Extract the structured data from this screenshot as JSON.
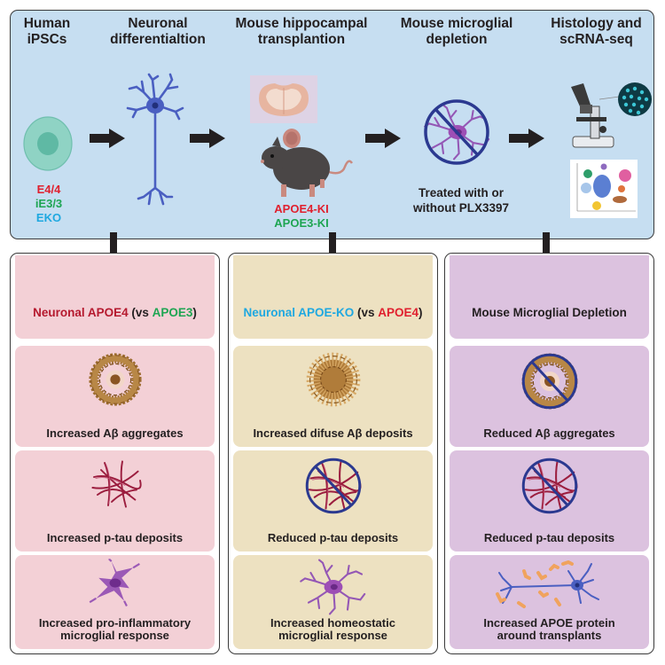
{
  "colors": {
    "top_panel_bg": "#c6def1",
    "pink_panel": "#f3d0d6",
    "tan_panel": "#ede1c1",
    "lavender_panel": "#dcc2df",
    "red_text": "#e0202e",
    "green_text": "#1ea552",
    "blue_text": "#1fa8e0",
    "dark_text": "#231f20",
    "no_sign_blue": "#2b3990"
  },
  "workflow": {
    "steps": [
      {
        "title_line1": "Human",
        "title_line2": "iPSCs"
      },
      {
        "title_line1": "Neuronal",
        "title_line2": "differentialtion"
      },
      {
        "title_line1": "Mouse hippocampal",
        "title_line2": "transplantion"
      },
      {
        "title_line1": "Mouse microglial",
        "title_line2": "depletion"
      },
      {
        "title_line1": "Histology and",
        "title_line2": "scRNA-seq"
      }
    ],
    "ipsc_genotypes": [
      "E4/4",
      "iE3/3",
      "EKO"
    ],
    "mouse_models": [
      "APOE4-KI",
      "APOE3-KI"
    ],
    "depletion_note_line1": "Treated with or",
    "depletion_note_line2": "without PLX3397",
    "icons": {
      "ipsc": "stem-cell-icon",
      "neuron": "neuron-icon",
      "brain": "brain-section-icon",
      "mouse": "mouse-icon",
      "microglia_no": "no-microglia-icon",
      "microscope": "microscope-icon",
      "umap": "scrna-umap-plot-icon"
    }
  },
  "columns": [
    {
      "header_part1": "Neuronal APOE4",
      "header_part2": " (vs ",
      "header_part3": "APOE3",
      "header_part4": ")",
      "cards": [
        {
          "text": "Increased Aβ aggregates",
          "icon": "amyloid-plaque-icon"
        },
        {
          "text": "Increased p-tau deposits",
          "icon": "ptau-tangle-icon"
        },
        {
          "text_line1": "Increased pro-inflammatory",
          "text_line2": "microglial response",
          "icon": "activated-microglia-icon"
        }
      ]
    },
    {
      "header_part1": "Neuronal APOE-KO",
      "header_part2": " (vs ",
      "header_part3": "APOE4",
      "header_part4": ")",
      "cards": [
        {
          "text": "Increased difuse Aβ deposits",
          "icon": "diffuse-amyloid-icon"
        },
        {
          "text": "Reduced p-tau deposits",
          "icon": "no-ptau-icon"
        },
        {
          "text_line1": "Increased homeostatic",
          "text_line2": "microglial response",
          "icon": "homeostatic-microglia-icon"
        }
      ]
    },
    {
      "header": "Mouse Microglial Depletion",
      "cards": [
        {
          "text": "Reduced Aβ aggregates",
          "icon": "no-amyloid-icon"
        },
        {
          "text": "Reduced p-tau deposits",
          "icon": "no-ptau-icon"
        },
        {
          "text_line1": "Increased APOE protein",
          "text_line2": "around transplants",
          "icon": "neuron-apoe-icon"
        }
      ]
    }
  ]
}
